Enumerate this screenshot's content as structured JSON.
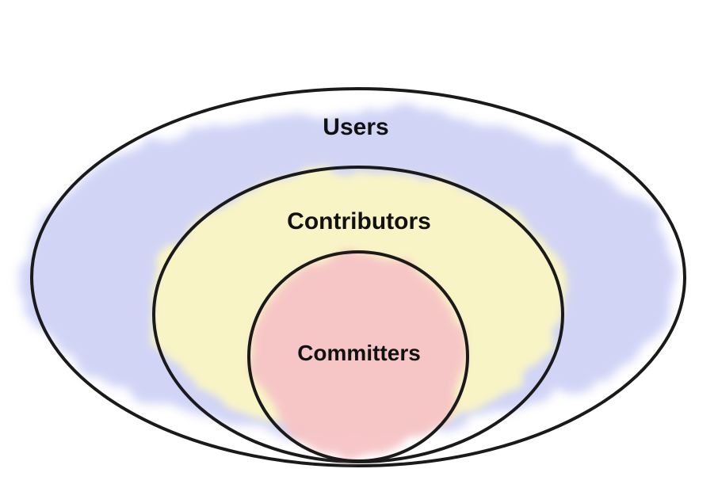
{
  "diagram": {
    "rings": [
      {
        "label": "Users",
        "fill": "#c9cdf4",
        "stroke": "#1a1a1a"
      },
      {
        "label": "Contributors",
        "fill": "#fbf6c4",
        "stroke": "#1a1a1a"
      },
      {
        "label": "Committers",
        "fill": "#f6c4c6",
        "stroke": "#1a1a1a"
      }
    ]
  }
}
